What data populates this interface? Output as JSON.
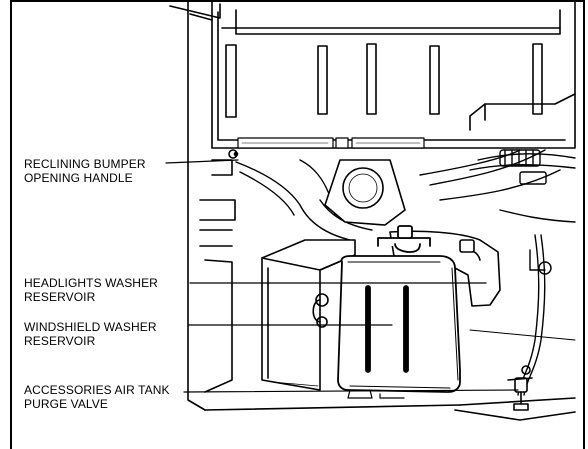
{
  "callouts": [
    {
      "line1": "RECLINING BUMPER",
      "line2": "OPENING HANDLE"
    },
    {
      "line1": "HEADLIGHTS WASHER",
      "line2": "RESERVOIR"
    },
    {
      "line1": "WINDSHIELD WASHER",
      "line2": "RESERVOIR"
    },
    {
      "line1": "ACCESSORIES AIR TANK",
      "line2": "PURGE VALVE"
    }
  ],
  "colors": {
    "line": "#000000",
    "paper": "#ffffff"
  }
}
